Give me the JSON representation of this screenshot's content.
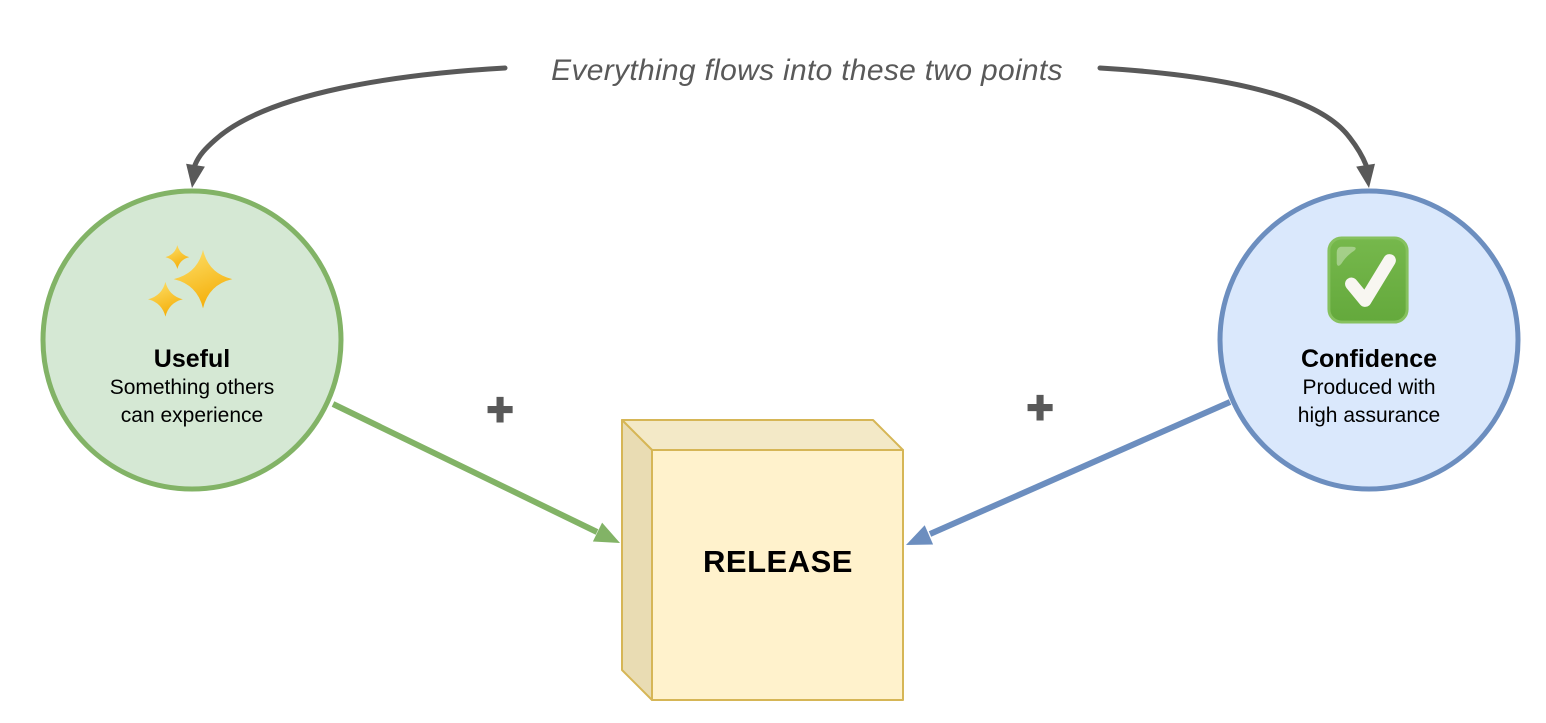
{
  "title": {
    "text": "Everything flows into these two points"
  },
  "colors": {
    "title_gray": "#595959",
    "flow_arrow_gray": "#595959",
    "plus_gray": "#595959",
    "useful_fill": "#d5e8d4",
    "useful_border": "#82b366",
    "useful_arrow": "#82b366",
    "confidence_fill": "#dae8fc",
    "confidence_border": "#6c8ebf",
    "confidence_arrow": "#6c8ebf",
    "release_front_fill": "#fff2cc",
    "release_top_fill": "#f3e9c7",
    "release_side_fill": "#e9dcb3",
    "release_border": "#d6b656",
    "label_black": "#000000"
  },
  "nodes": {
    "useful": {
      "icon": "sparkles-emoji",
      "label": "Useful",
      "sublabel_line1": "Something others",
      "sublabel_line2": "can experience"
    },
    "confidence": {
      "icon": "check-mark-button-emoji",
      "label": "Confidence",
      "sublabel_line1": "Produced with",
      "sublabel_line2": "high assurance"
    },
    "release": {
      "label": "RELEASE",
      "shape": "3d-cube"
    }
  },
  "operators": {
    "plus_left": "+",
    "plus_right": "+"
  }
}
